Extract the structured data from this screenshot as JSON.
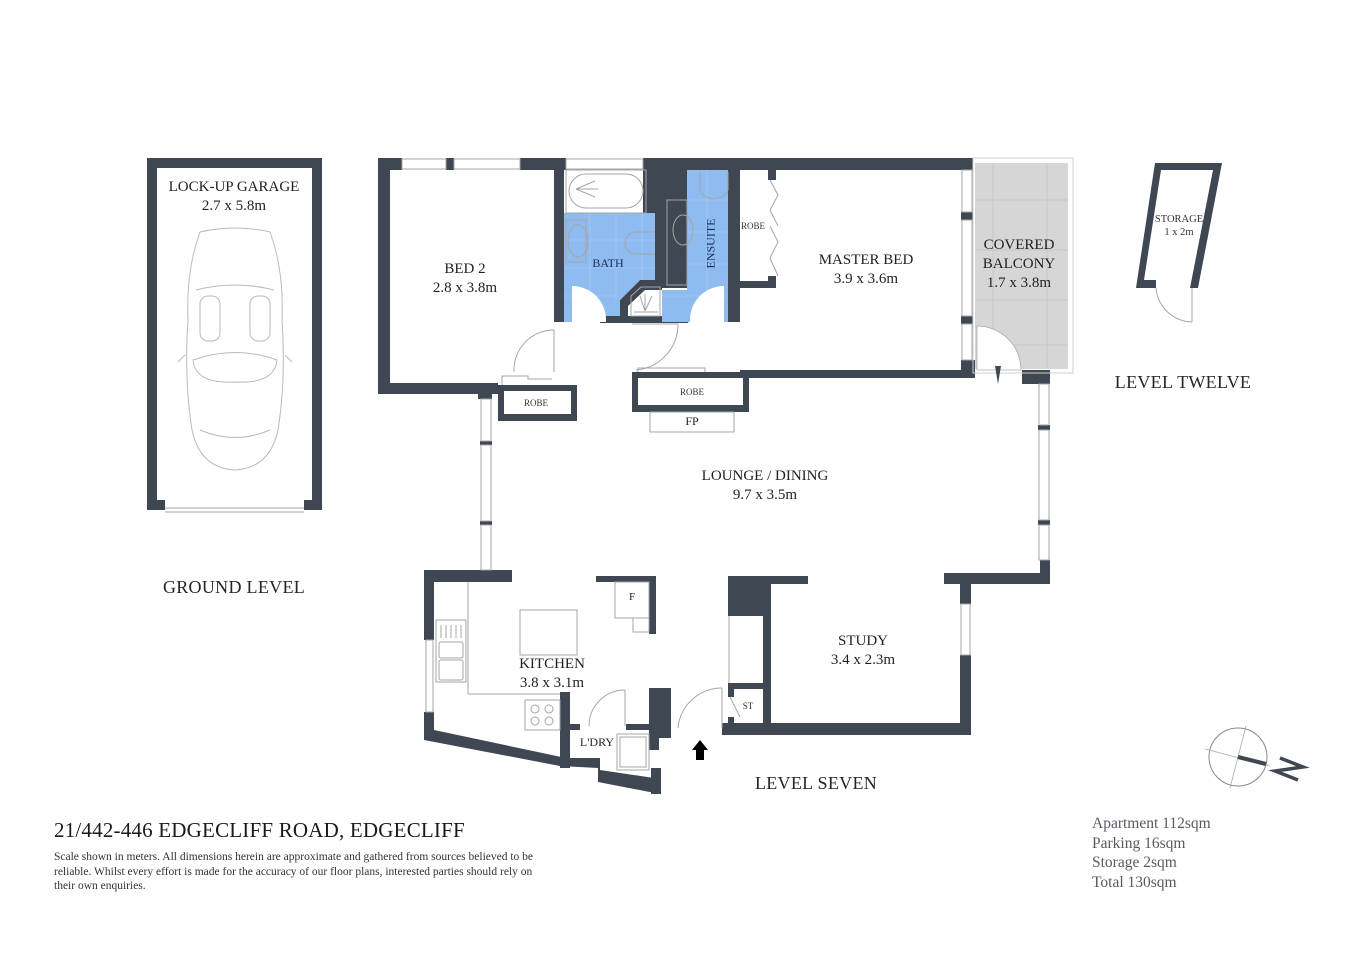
{
  "colors": {
    "wall": "#3f4852",
    "wet_area": "#8fbcf0",
    "balcony": "#d6d6d6",
    "fixture_line": "#9a9a9a"
  },
  "levels": {
    "ground": "GROUND LEVEL",
    "seven": "LEVEL SEVEN",
    "twelve": "LEVEL TWELVE"
  },
  "rooms": {
    "garage": {
      "name": "LOCK-UP GARAGE",
      "size": "2.7 x 5.8m"
    },
    "bed2": {
      "name": "BED 2",
      "size": "2.8 x 3.8m"
    },
    "bath": {
      "name": "BATH"
    },
    "ensuite": {
      "name": "ENSUITE"
    },
    "master": {
      "name": "MASTER BED",
      "size": "3.9 x 3.6m"
    },
    "balcony": {
      "name_line1": "COVERED",
      "name_line2": "BALCONY",
      "size": "1.7 x 3.8m"
    },
    "storage": {
      "name": "STORAGE",
      "size": "1 x 2m"
    },
    "lounge": {
      "name": "LOUNGE / DINING",
      "size": "9.7 x 3.5m"
    },
    "kitchen": {
      "name": "KITCHEN",
      "size": "3.8 x 3.1m"
    },
    "study": {
      "name": "STUDY",
      "size": "3.4 x 2.3m"
    },
    "laundry": {
      "name": "L'DRY"
    }
  },
  "fixtures": {
    "robe_master": "ROBE",
    "robe_bed2": "ROBE",
    "robe_hall": "ROBE",
    "fireplace": "FP",
    "fridge": "F",
    "store": "ST"
  },
  "footer": {
    "address": "21/442-446 EDGECLIFF ROAD, EDGECLIFF",
    "disclaimer": "Scale shown in meters. All dimensions herein are approximate and gathered from sources believed to be  reliable. Whilst every effort is made for the accuracy of our floor plans, interested parties should rely on their own enquiries."
  },
  "areas": {
    "apartment": "Apartment 112sqm",
    "parking": "Parking 16sqm",
    "storage": "Storage 2sqm",
    "total": "Total 130sqm"
  },
  "compass": {
    "label": "N",
    "icon": "north-arrow-icon"
  }
}
